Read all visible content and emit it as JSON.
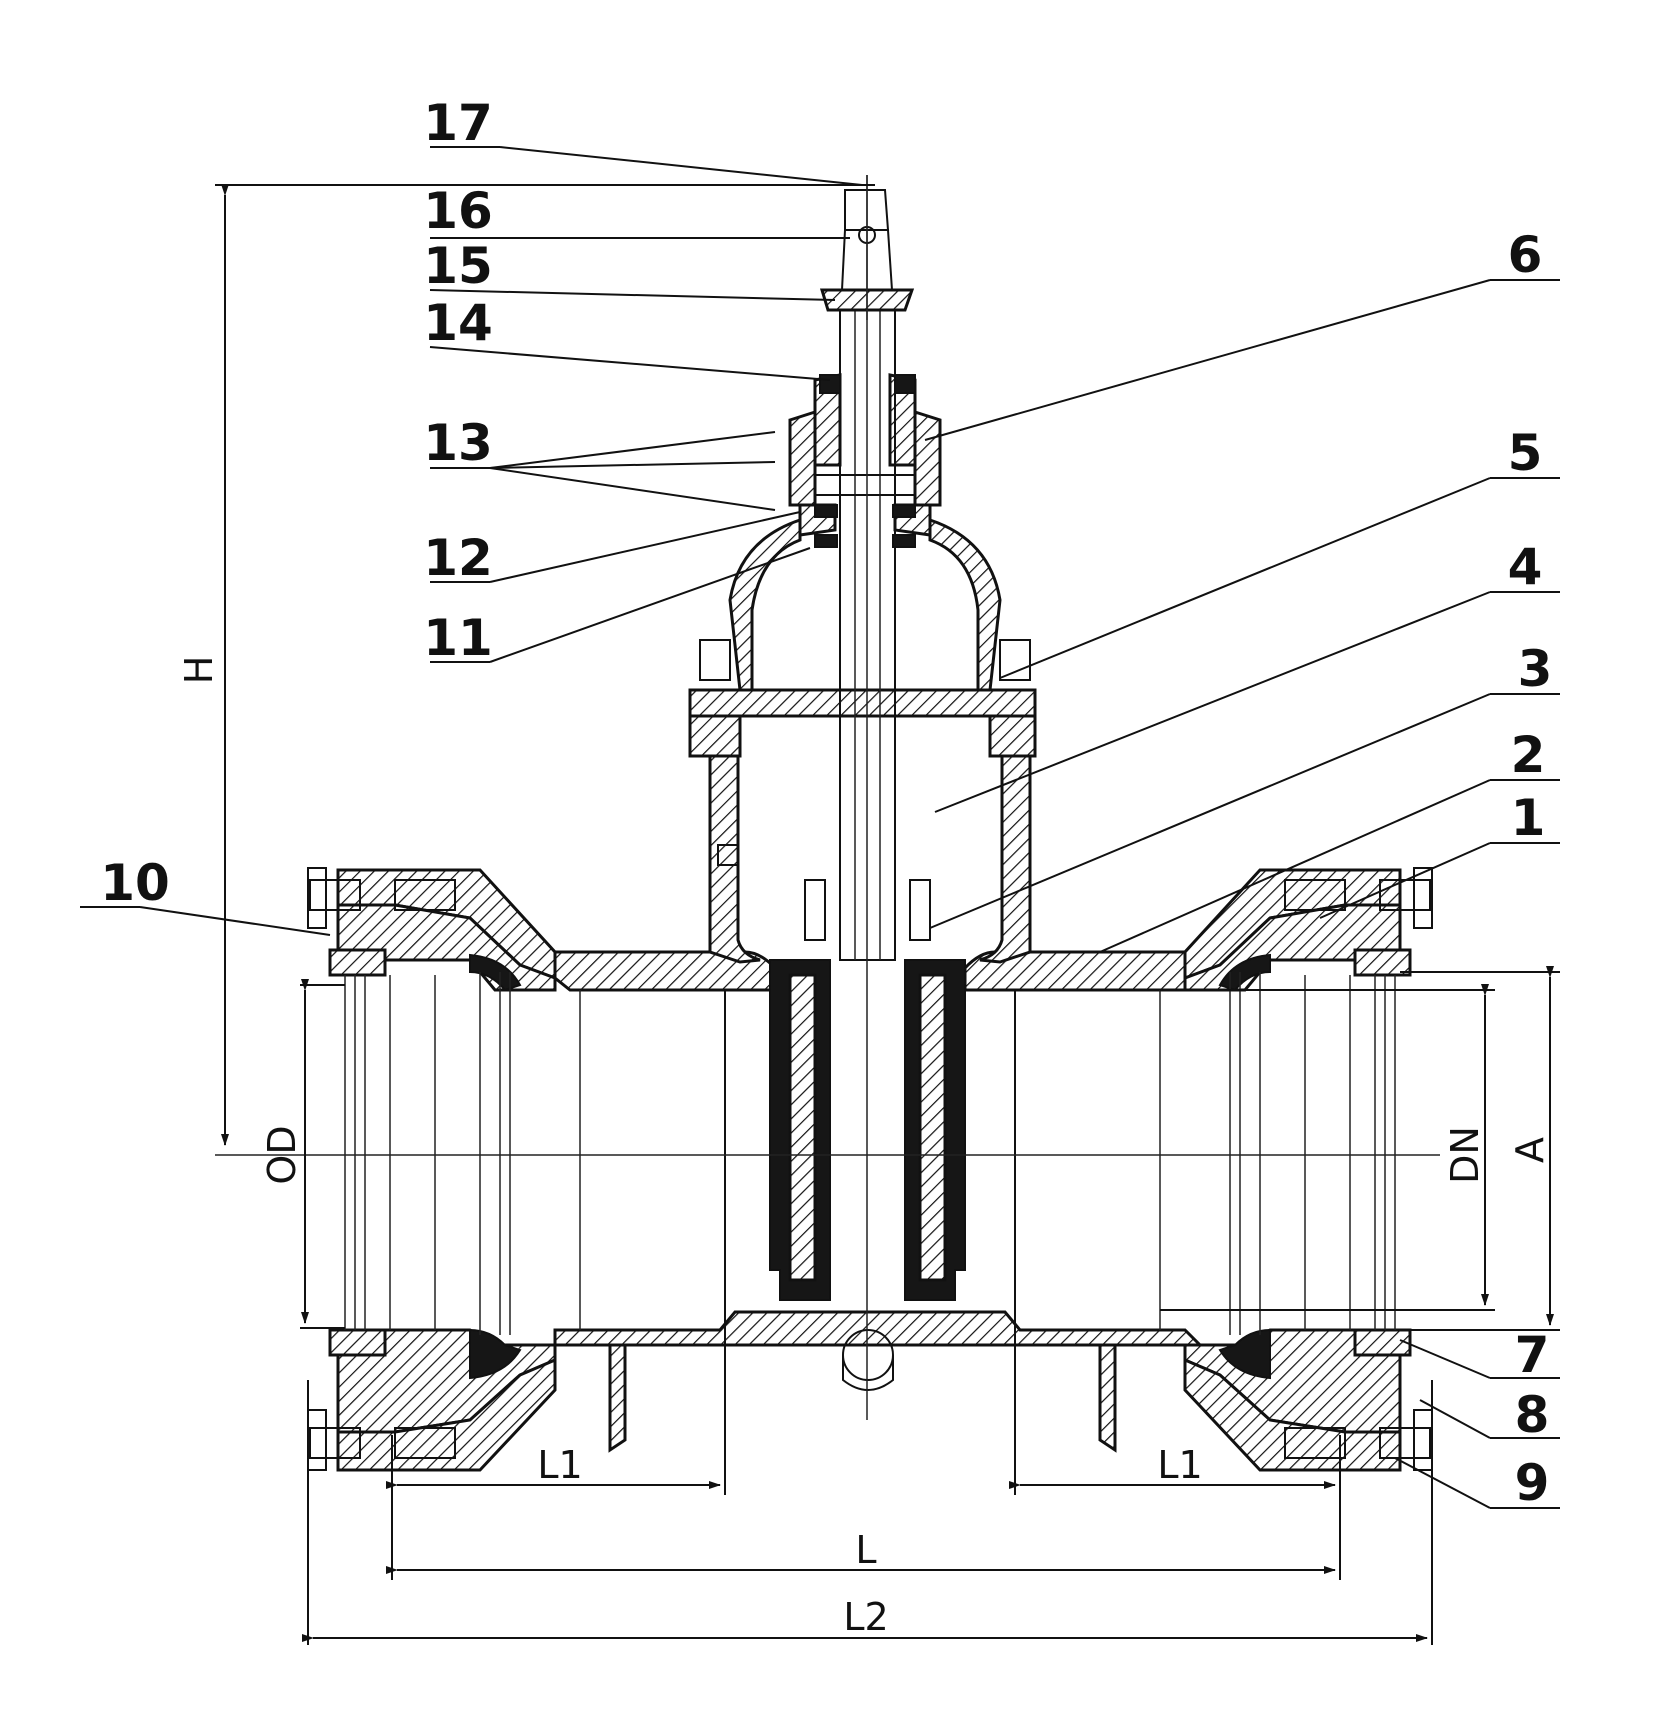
{
  "part_labels": {
    "p1": "1",
    "p2": "2",
    "p3": "3",
    "p4": "4",
    "p5": "5",
    "p6": "6",
    "p7": "7",
    "p8": "8",
    "p9": "9",
    "p10": "10",
    "p11": "11",
    "p12": "12",
    "p13": "13",
    "p14": "14",
    "p15": "15",
    "p16": "16",
    "p17": "17"
  },
  "dimensions": {
    "H": "H",
    "OD": "OD",
    "DN": "DN",
    "A": "A",
    "L1_left": "L1",
    "L1_right": "L1",
    "L": "L",
    "L2": "L2"
  }
}
